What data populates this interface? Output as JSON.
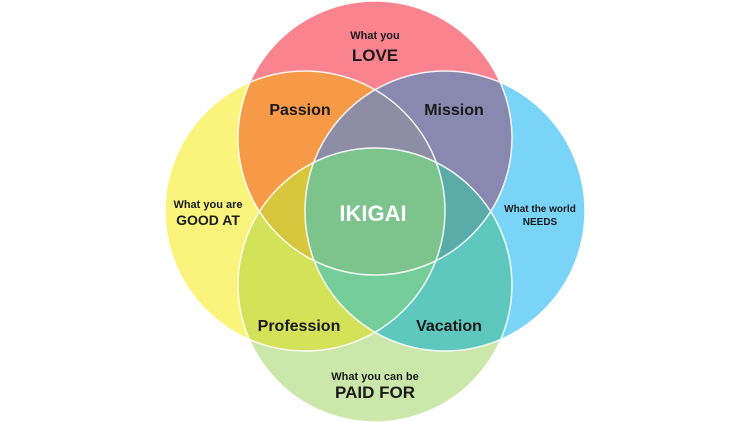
{
  "diagram": {
    "circles": {
      "love": {
        "small": "What you",
        "big": "LOVE",
        "color": "#f85a6b"
      },
      "good_at": {
        "small": "What you are",
        "big": "GOOD AT",
        "color": "#faf265"
      },
      "needs": {
        "small": "What the world",
        "big": "NEEDS",
        "color": "#4cc6f5"
      },
      "paid_for": {
        "small": "What you can be",
        "big": "PAID FOR",
        "color": "#b6dd86"
      }
    },
    "overlaps": {
      "passion": "Passion",
      "mission": "Mission",
      "profession": "Profession",
      "vacation": "Vacation"
    },
    "center": "IKIGAI"
  }
}
